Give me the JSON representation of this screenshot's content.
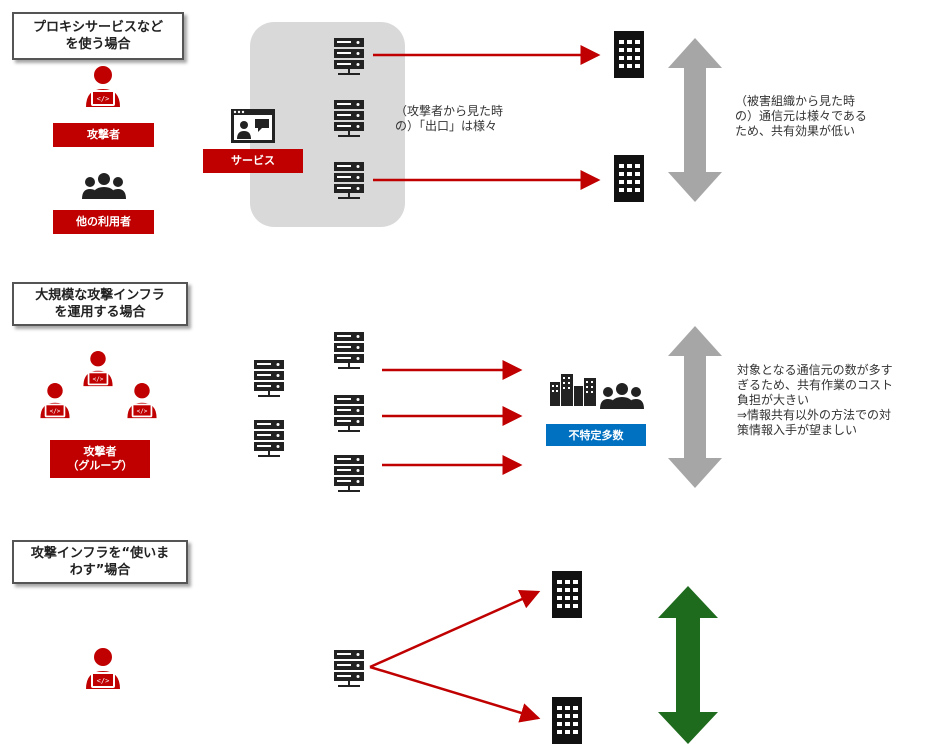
{
  "section1": {
    "title_line1": "プロキシサービスなど",
    "title_line2": "を使う場合",
    "attacker_label": "攻撃者",
    "other_users_label": "他の利用者",
    "service_label": "サービス",
    "attacker_note": "（攻撃者から見た時\nの）「出口」は様々",
    "victim_note": "（被害組織から見た時\nの）通信元は様々である\nため、共有効果が低い"
  },
  "section2": {
    "title_line1": "大規模な攻撃インフラ",
    "title_line2": "を運用する場合",
    "group_label_line1": "攻撃者",
    "group_label_line2": "（グループ）",
    "target_label": "不特定多数",
    "note": "対象となる通信元の数が多す\nぎるため、共有作業のコスト\n負担が大きい\n⇒情報共有以外の方法での対\n策情報入手が望ましい"
  },
  "section3": {
    "title_line1": "攻撃インフラを“使いま",
    "title_line2": "わす”場合"
  },
  "colors": {
    "accent_red": "#c00000",
    "arrow_gray": "#a6a6a6",
    "arrow_green": "#1e6b1e",
    "label_blue": "#0070c0",
    "service_bg": "#d9d9d9"
  }
}
